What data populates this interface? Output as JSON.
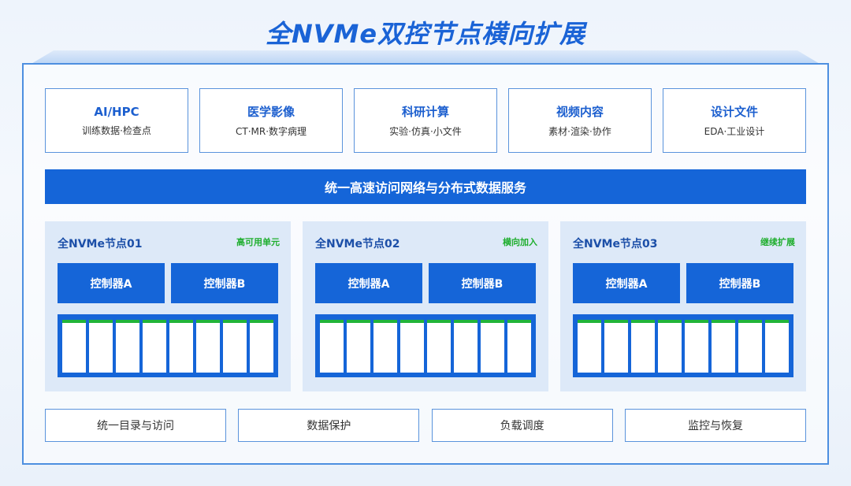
{
  "title": "全NVMe双控节点横向扩展",
  "applications": [
    {
      "name": "AI/HPC",
      "desc": "训练数据·检查点"
    },
    {
      "name": "医学影像",
      "desc": "CT·MR·数字病理"
    },
    {
      "name": "科研计算",
      "desc": "实验·仿真·小文件"
    },
    {
      "name": "视频内容",
      "desc": "素材·渲染·协作"
    },
    {
      "name": "设计文件",
      "desc": "EDA·工业设计"
    }
  ],
  "bus_label": "统一高速访问网络与分布式数据服务",
  "nodes": [
    {
      "title": "全NVMe节点01",
      "tag": "高可用单元",
      "controller_a": "控制器A",
      "controller_b": "控制器B"
    },
    {
      "title": "全NVMe节点02",
      "tag": "横向加入",
      "controller_a": "控制器A",
      "controller_b": "控制器B"
    },
    {
      "title": "全NVMe节点03",
      "tag": "继续扩展",
      "controller_a": "控制器A",
      "controller_b": "控制器B"
    }
  ],
  "services": [
    "统一目录与访问",
    "数据保护",
    "负载调度",
    "监控与恢复"
  ],
  "colors": {
    "primary": "#1565d8",
    "title": "#1a63d6",
    "tag_green": "#1fae2e",
    "node_bg": "#dde9f8"
  }
}
